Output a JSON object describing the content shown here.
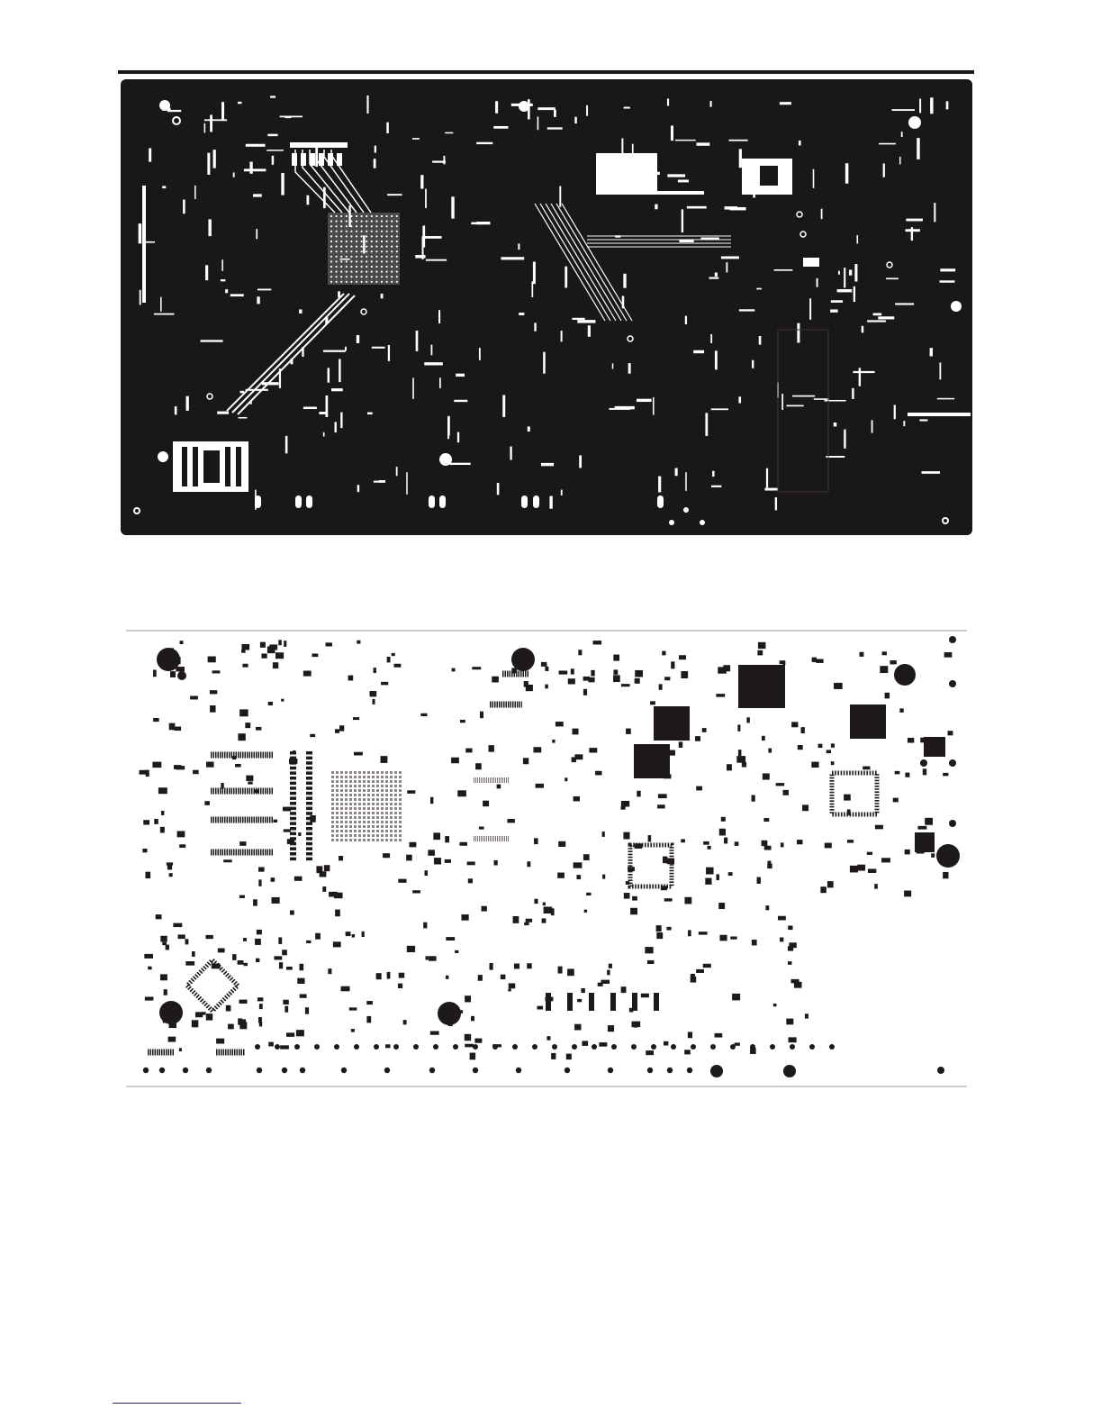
{
  "page": {
    "background": "#ffffff",
    "ink": "#1a1718"
  },
  "figures": [
    {
      "name": "copper-layer",
      "style": "dark board with white traces"
    },
    {
      "name": "stencil-layer",
      "style": "white board with black pads"
    }
  ],
  "colors": {
    "board_dark": "#1a1718",
    "trace_light": "#ffffff",
    "pad_dark": "#1e1a1c",
    "board_light": "#ffffff",
    "edge": "#bdbdbd"
  }
}
